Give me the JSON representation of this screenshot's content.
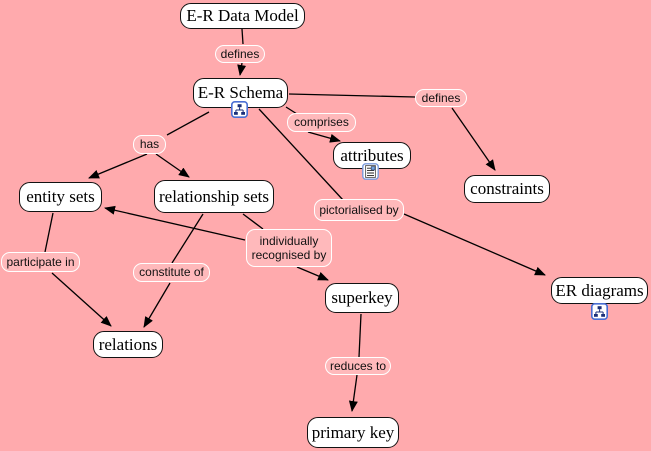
{
  "app": {
    "name": "concept-map-view"
  },
  "colors": {
    "background": "#ffaaad",
    "concept_fill": "#ffffff",
    "concept_border": "#000000",
    "label_fill": "#ffb9bb",
    "label_border": "#ffffff",
    "line": "#000000",
    "icon_frame": "#4a6fd4"
  },
  "concept_map": {
    "concepts": [
      {
        "id": "er-data-model",
        "label": "E-R Data Model"
      },
      {
        "id": "er-schema",
        "label": "E-R Schema",
        "icon": "cmap-resource-icon"
      },
      {
        "id": "attributes",
        "label": "attributes",
        "icon": "document-resource-icon"
      },
      {
        "id": "constraints",
        "label": "constraints"
      },
      {
        "id": "entity-sets",
        "label": "entity sets"
      },
      {
        "id": "relationship-sets",
        "label": "relationship sets"
      },
      {
        "id": "superkey",
        "label": "superkey"
      },
      {
        "id": "er-diagrams",
        "label": "ER diagrams",
        "icon": "cmap-resource-icon"
      },
      {
        "id": "relations",
        "label": "relations"
      },
      {
        "id": "primary-key",
        "label": "primary key"
      }
    ],
    "linking_phrases": [
      {
        "id": "defines-top",
        "label": "defines"
      },
      {
        "id": "defines-right",
        "label": "defines"
      },
      {
        "id": "comprises",
        "label": "comprises"
      },
      {
        "id": "has",
        "label": "has"
      },
      {
        "id": "pictorialised-by",
        "label": "pictorialised by"
      },
      {
        "id": "individually-recognised-by",
        "label": "individually recognised by"
      },
      {
        "id": "participate-in",
        "label": "participate in"
      },
      {
        "id": "constitute-of",
        "label": "constitute of"
      },
      {
        "id": "reduces-to",
        "label": "reduces to"
      }
    ],
    "edges": [
      {
        "from": "er-data-model",
        "to": "defines-top",
        "arrow": false
      },
      {
        "from": "defines-top",
        "to": "er-schema",
        "arrow": true
      },
      {
        "from": "er-schema",
        "to": "has",
        "arrow": false
      },
      {
        "from": "has",
        "to": "entity-sets",
        "arrow": true
      },
      {
        "from": "has",
        "to": "relationship-sets",
        "arrow": true
      },
      {
        "from": "er-schema",
        "to": "comprises",
        "arrow": false
      },
      {
        "from": "comprises",
        "to": "attributes",
        "arrow": true
      },
      {
        "from": "er-schema",
        "to": "defines-right",
        "arrow": false
      },
      {
        "from": "defines-right",
        "to": "constraints",
        "arrow": true
      },
      {
        "from": "er-schema",
        "to": "pictorialised-by",
        "arrow": false
      },
      {
        "from": "pictorialised-by",
        "to": "er-diagrams",
        "arrow": true
      },
      {
        "from": "relationship-sets",
        "to": "individually-recognised-by",
        "arrow": false
      },
      {
        "from": "individually-recognised-by",
        "to": "entity-sets",
        "arrow": true
      },
      {
        "from": "individually-recognised-by",
        "to": "superkey",
        "arrow": true
      },
      {
        "from": "entity-sets",
        "to": "participate-in",
        "arrow": false
      },
      {
        "from": "participate-in",
        "to": "relations",
        "arrow": true
      },
      {
        "from": "relationship-sets",
        "to": "constitute-of",
        "arrow": false
      },
      {
        "from": "constitute-of",
        "to": "relations",
        "arrow": true
      },
      {
        "from": "superkey",
        "to": "reduces-to",
        "arrow": false
      },
      {
        "from": "reduces-to",
        "to": "primary-key",
        "arrow": true
      }
    ]
  }
}
